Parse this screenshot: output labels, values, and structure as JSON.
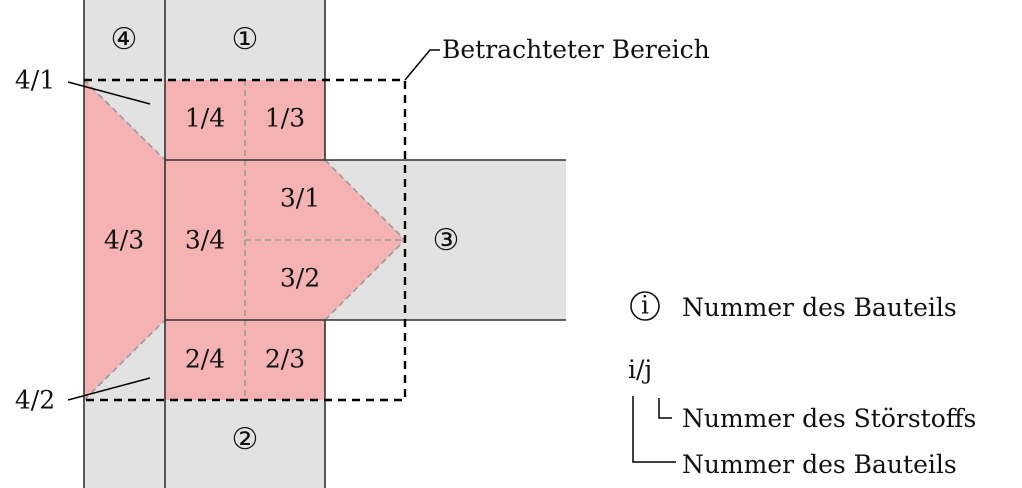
{
  "colors": {
    "gray_fill": "#e2e2e2",
    "pink_fill": "#f4b2b2",
    "line": "#222222",
    "dash": "#999999",
    "frame": "#000000"
  },
  "parts": {
    "p1": "①",
    "p2": "②",
    "p3": "③",
    "p4": "④"
  },
  "labels": {
    "l_1_4": "1/4",
    "l_1_3": "1/3",
    "l_3_1": "3/1",
    "l_3_2": "3/2",
    "l_3_4": "3/4",
    "l_4_3": "4/3",
    "l_2_4": "2/4",
    "l_2_3": "2/3",
    "l_4_1": "4/1",
    "l_4_2": "4/2"
  },
  "annotation": {
    "region": "Betrachteter Bereich"
  },
  "legend": {
    "symbol": "i",
    "symbol_text": "Nummer des Bauteils",
    "pair": "i/j",
    "j_text": "Nummer des Störstoffs",
    "i_text": "Nummer des Bauteils"
  }
}
